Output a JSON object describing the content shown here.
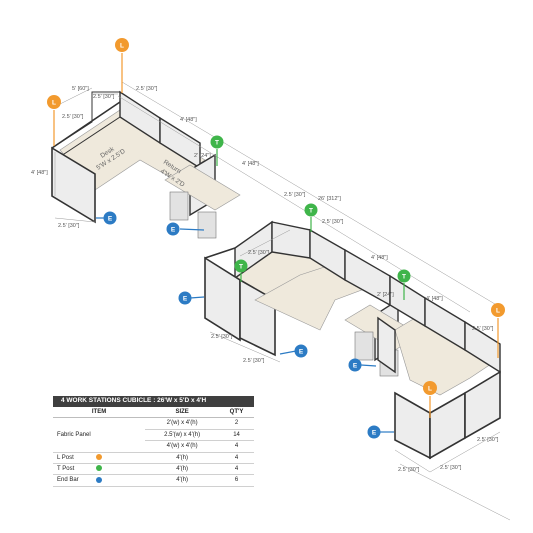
{
  "colors": {
    "l_post": "#f29a2e",
    "t_post": "#3fb54a",
    "end_bar": "#2c7bc4",
    "frame": "#333333",
    "panel": "#ededed",
    "desk": "#efe9dc",
    "table_header": "#3f3f3f"
  },
  "legend_badges": {
    "l": "L",
    "t": "T",
    "e": "E"
  },
  "desk_labels": {
    "desk": "Desk",
    "desk_size": "5'W x 2.5'D",
    "return": "Return",
    "return_size": "4'W x 2'D"
  },
  "dimensions": {
    "d_60": "5' [60\"]",
    "d_30a": "2.5' [30\"]",
    "d_30b": "2.5' [30\"]",
    "d_30c": "2.5' [30\"]",
    "d_48a": "4' [48\"]",
    "d_48h": "4' [48\"]",
    "d_30d": "2.5' [30\"]",
    "d_24a": "2' [24\"]",
    "d_48b": "4' [48\"]",
    "d_30e": "2.5' [30\"]",
    "d_312": "26' [312\"]",
    "d_30f": "2.5' [30\"]",
    "d_30g": "2.5' [30\"]",
    "d_48c": "4' [48\"]",
    "d_24b": "2' [24\"]",
    "d_48d": "4' [48\"]",
    "d_30h": "2.5' [30\"]",
    "d_30i": "2.5' [30\"]",
    "d_30j": "2.5' [30\"]",
    "d_30k": "2.5' [30\"]",
    "d_30l": "2.5' [30\"]",
    "d_30m": "2.5' [30\"]"
  },
  "table": {
    "title": "4  WORK STATIONS  CUBICLE  : 26'W x 5'D x 4'H",
    "headers": {
      "item": "ITEM",
      "size": "SIZE",
      "qty": "QT'Y"
    },
    "fabric_panel": "Fabric Panel",
    "rows": [
      {
        "size": "2'(w) x 4'(h)",
        "qty": "2"
      },
      {
        "size": "2.5'(w) x 4'(h)",
        "qty": "14"
      },
      {
        "size": "4'(w) x 4'(h)",
        "qty": "4"
      }
    ],
    "l_post": {
      "item": "L Post",
      "size": "4'(h)",
      "qty": "4"
    },
    "t_post": {
      "item": "T Post",
      "size": "4'(h)",
      "qty": "4"
    },
    "end_bar": {
      "item": "End  Bar",
      "size": "4'(h)",
      "qty": "6"
    }
  }
}
